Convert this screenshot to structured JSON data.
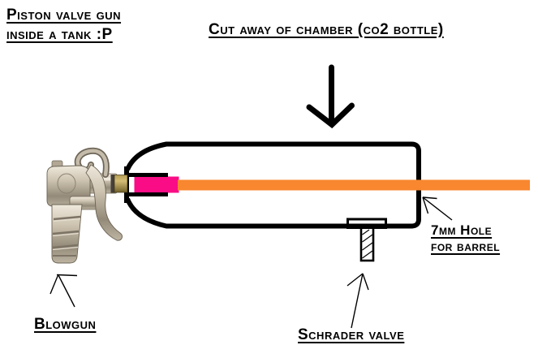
{
  "title": {
    "line1": "Piston valve gun",
    "line2": "inside a tank :P"
  },
  "annotations": {
    "chamber": "Cut away of chamber (co2 bottle)",
    "hole_line1": "7mm Hole",
    "hole_line2": "for barrel",
    "schrader": "Schrader valve",
    "blowgun": "Blowgun"
  },
  "colors": {
    "ink": "#000000",
    "background": "#ffffff",
    "barrel_orange": "#F8872F",
    "piston_pink": "#FA0C86",
    "gun_metal": "#C7BDAA",
    "gun_brass": "#B49C54"
  },
  "icons": {
    "down_arrow": "thick-down-arrow-icon",
    "blowgun_pointer": "thin-arrow-up-left-icon",
    "schrader_pointer": "thin-arrow-up-icon",
    "hole_pointer": "thin-arrow-up-left-icon"
  }
}
